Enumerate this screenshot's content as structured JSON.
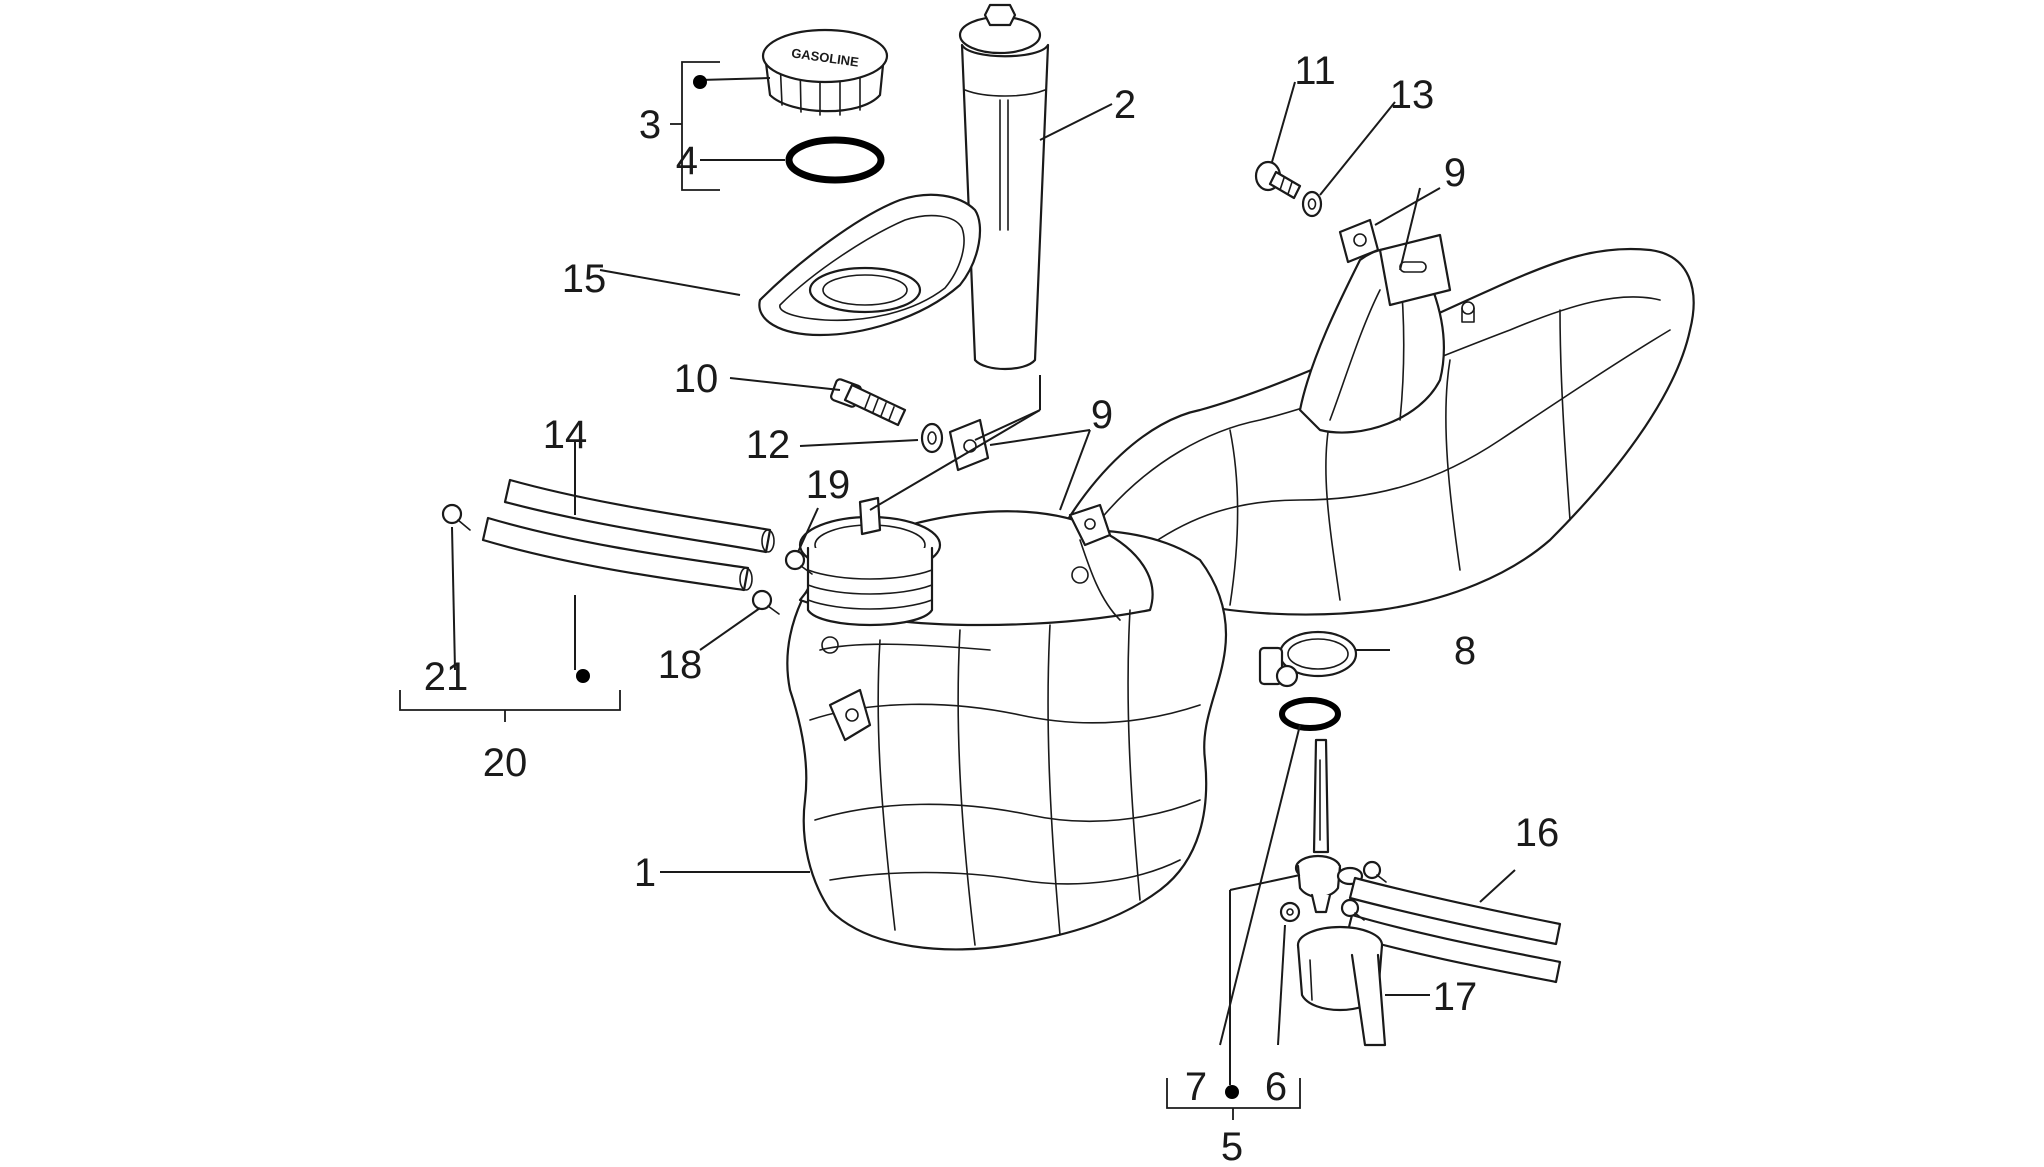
{
  "diagram": {
    "cap_text": "GASOLINE",
    "callouts": {
      "c1": "1",
      "c2": "2",
      "c3": "3",
      "c4": "4",
      "c5": "5",
      "c6": "6",
      "c7": "7",
      "c8": "8",
      "c9a": "9",
      "c9b": "9",
      "c10": "10",
      "c11": "11",
      "c12": "12",
      "c13": "13",
      "c14": "14",
      "c15": "15",
      "c16": "16",
      "c17": "17",
      "c18": "18",
      "c19": "19",
      "c20": "20",
      "c21": "21"
    }
  }
}
